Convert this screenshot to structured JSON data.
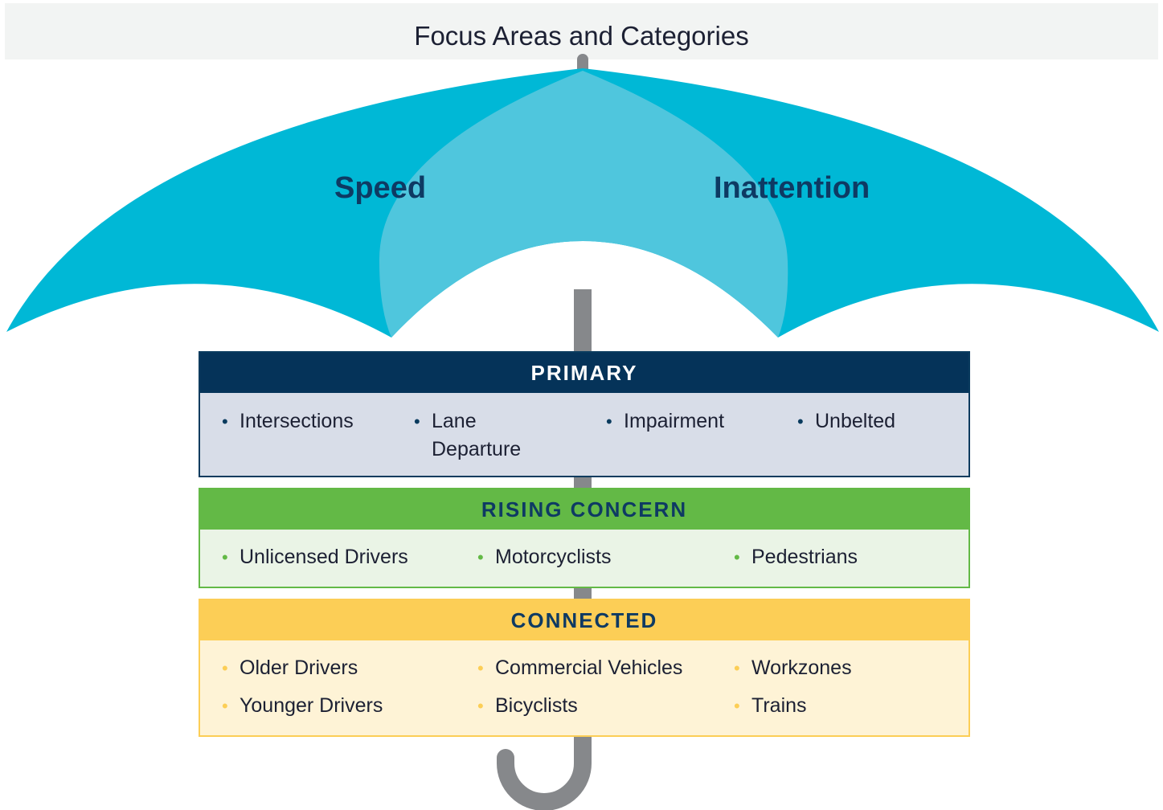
{
  "title": "Focus Areas and Categories",
  "canopy": {
    "left_label": "Speed",
    "right_label": "Inattention"
  },
  "sections": {
    "primary": {
      "heading": "PRIMARY",
      "items": [
        "Intersections",
        "Lane Departure",
        "Impairment",
        "Unbelted"
      ]
    },
    "rising": {
      "heading": "RISING CONCERN",
      "items": [
        "Unlicensed Drivers",
        "Motorcyclists",
        "Pedestrians"
      ]
    },
    "connected": {
      "heading": "CONNECTED",
      "items": [
        "Older Drivers",
        "Commercial Vehicles",
        "Workzones",
        "Younger Drivers",
        "Bicyclists",
        "Trains"
      ]
    }
  },
  "colors": {
    "canopy_dark": "#00b8d6",
    "canopy_light": "#4fc6dd",
    "shaft": "#86888b",
    "primary": "#053359",
    "rising": "#63b946",
    "connected": "#fcce56"
  }
}
